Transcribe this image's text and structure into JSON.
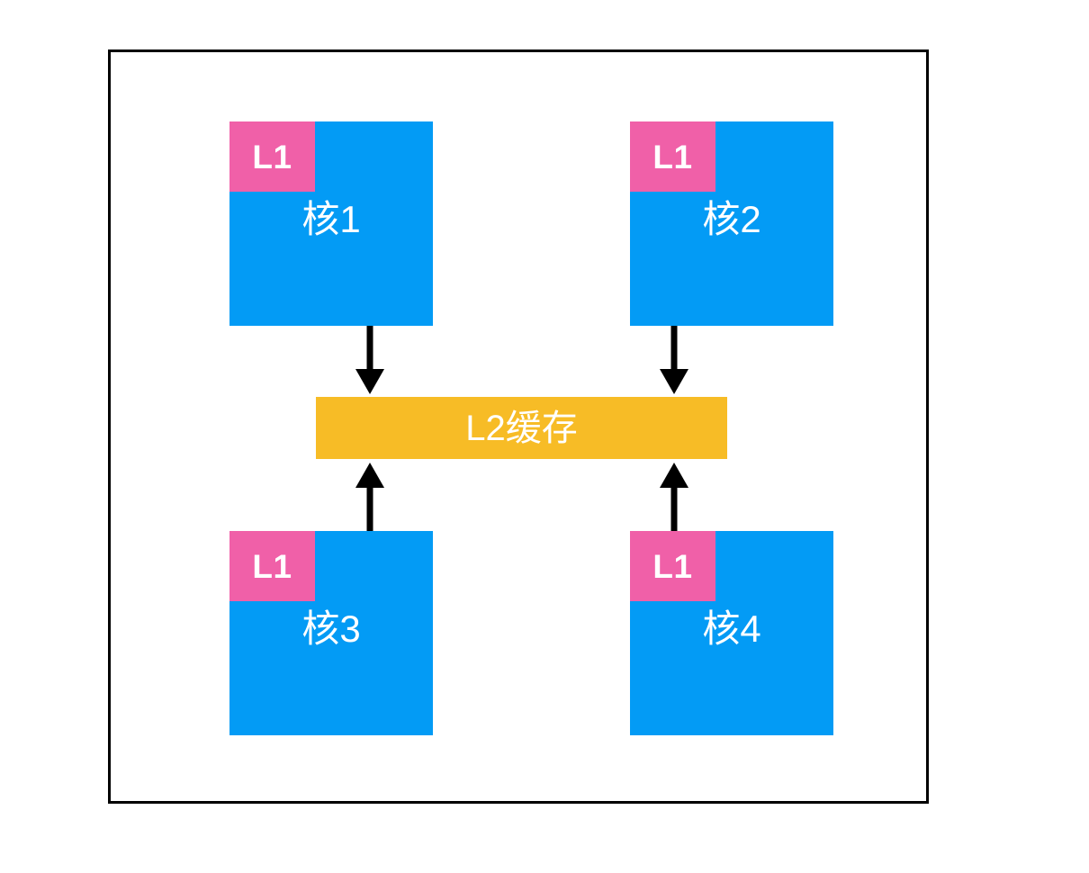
{
  "diagram": {
    "title_visible": false,
    "frame": {
      "name": "chip-boundary",
      "border_color": "#000000"
    },
    "colors": {
      "core_fill": "#039BF5",
      "l1_fill": "#F060A8",
      "l2_fill": "#F7BC26",
      "text_on_fill": "#FFFFFF",
      "arrow": "#000000",
      "background": "#FFFFFF"
    },
    "cores": [
      {
        "id": "core-1",
        "label": "核1",
        "cache_label": "L1",
        "position": "top-left"
      },
      {
        "id": "core-2",
        "label": "核2",
        "cache_label": "L1",
        "position": "top-right"
      },
      {
        "id": "core-3",
        "label": "核3",
        "cache_label": "L1",
        "position": "bottom-left"
      },
      {
        "id": "core-4",
        "label": "核4",
        "cache_label": "L1",
        "position": "bottom-right"
      }
    ],
    "shared_cache": {
      "id": "l2-cache",
      "label": "L2缓存"
    },
    "connections": [
      {
        "id": "arrow-core1-to-l2",
        "from": "核1",
        "to": "L2缓存",
        "direction": "down"
      },
      {
        "id": "arrow-core2-to-l2",
        "from": "核2",
        "to": "L2缓存",
        "direction": "down"
      },
      {
        "id": "arrow-core3-to-l2",
        "from": "核3",
        "to": "L2缓存",
        "direction": "up"
      },
      {
        "id": "arrow-core4-to-l2",
        "from": "核4",
        "to": "L2缓存",
        "direction": "up"
      }
    ]
  }
}
